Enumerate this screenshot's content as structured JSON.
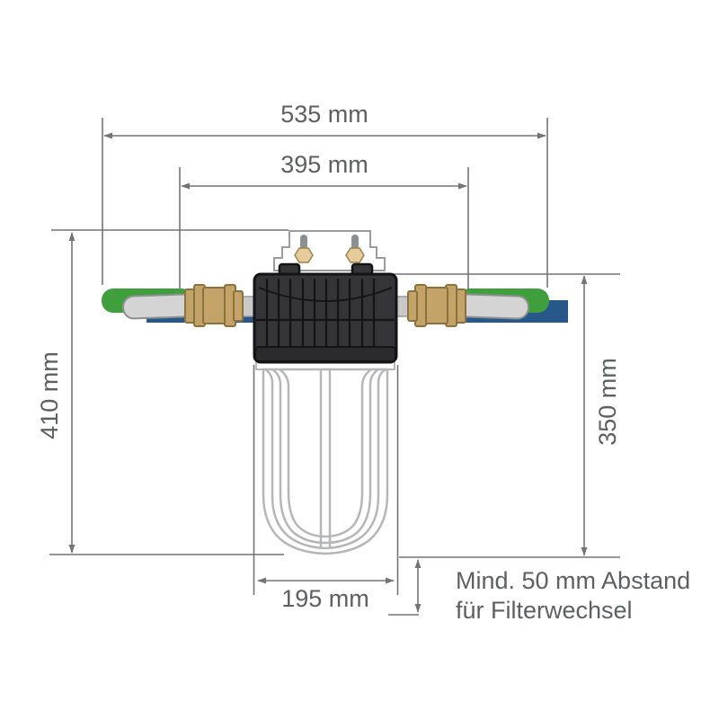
{
  "diagram": {
    "type": "technical-dimension-drawing",
    "subject": "water-filter-with-ball-valves",
    "labels": {
      "dim_top": "535 mm",
      "dim_inner": "395 mm",
      "dim_left": "410 mm",
      "dim_right": "350 mm",
      "dim_bottom": "195 mm",
      "note_line1": "Mind. 50 mm Abstand",
      "note_line2": "für Filterwechsel"
    },
    "colors": {
      "handle_green": "#3f9f3d",
      "pipe_blue": "#28588a",
      "valve_brass": "#c3a367",
      "valve_brass_outline": "#8a713d",
      "head_dark": "#353537",
      "head_line": "#141414",
      "lever_gray": "#d4d4d5",
      "lever_outline": "#8e8f91",
      "nipple_gray": "#c9c9ca",
      "bowl_outline": "#b5b6b7",
      "bracket_outline": "#9b9c9e",
      "bolt_tan": "#e8cb9b",
      "dimension_gray": "#737476",
      "text_gray": "#5d5f61"
    }
  }
}
